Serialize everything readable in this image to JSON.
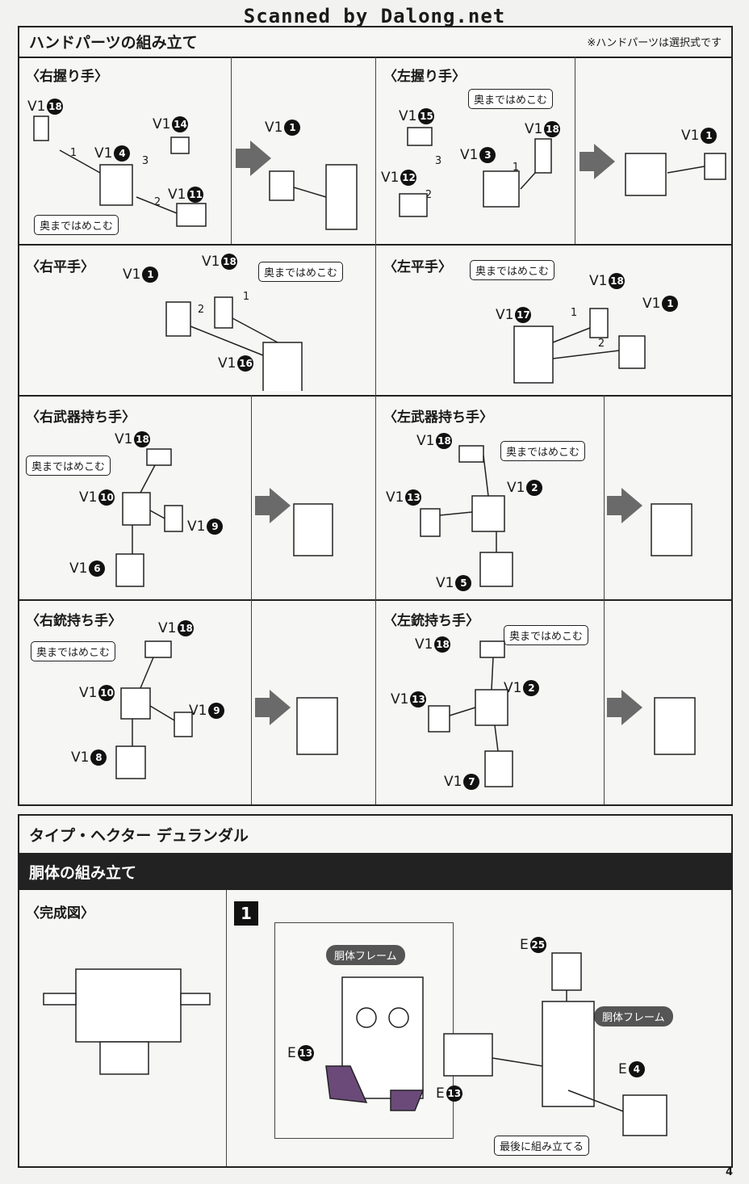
{
  "banner": "Scanned by Dalong.net",
  "hand": {
    "title": "ハンドパーツの組み立て",
    "note": "※ハンドパーツは選択式です",
    "callout": "奥まではめこむ",
    "panels": {
      "right_grip": {
        "title": "〈右握り手〉",
        "labels": [
          "V1",
          "V1",
          "V1",
          "V1",
          "V1"
        ],
        "nums": [
          "18",
          "14",
          "4",
          "11",
          "1"
        ],
        "steps": [
          "1",
          "3",
          "2"
        ]
      },
      "left_grip": {
        "title": "〈左握り手〉",
        "labels": [
          "V1",
          "V1",
          "V1",
          "V1",
          "V1"
        ],
        "nums": [
          "15",
          "18",
          "3",
          "12",
          "1"
        ],
        "steps": [
          "3",
          "1",
          "2"
        ]
      },
      "right_flat": {
        "title": "〈右平手〉",
        "labels": [
          "V1",
          "V1",
          "V1"
        ],
        "nums": [
          "1",
          "18",
          "16"
        ],
        "steps": [
          "1",
          "2"
        ]
      },
      "left_flat": {
        "title": "〈左平手〉",
        "labels": [
          "V1",
          "V1",
          "V1"
        ],
        "nums": [
          "18",
          "1",
          "17"
        ],
        "steps": [
          "1",
          "2"
        ]
      },
      "right_weapon": {
        "title": "〈右武器持ち手〉",
        "labels": [
          "V1",
          "V1",
          "V1",
          "V1"
        ],
        "nums": [
          "18",
          "10",
          "9",
          "6"
        ]
      },
      "left_weapon": {
        "title": "〈左武器持ち手〉",
        "labels": [
          "V1",
          "V1",
          "V1",
          "V1"
        ],
        "nums": [
          "18",
          "2",
          "13",
          "5"
        ]
      },
      "right_gun": {
        "title": "〈右銃持ち手〉",
        "labels": [
          "V1",
          "V1",
          "V1",
          "V1"
        ],
        "nums": [
          "18",
          "10",
          "9",
          "8"
        ]
      },
      "left_gun": {
        "title": "〈左銃持ち手〉",
        "labels": [
          "V1",
          "V1",
          "V1",
          "V1"
        ],
        "nums": [
          "18",
          "2",
          "13",
          "7"
        ]
      }
    }
  },
  "type_section": {
    "title": "タイプ・ヘクター デュランダル",
    "subtitle": "胴体の組み立て",
    "complete": "〈完成図〉",
    "step": "1",
    "frame_label": "胴体フレーム",
    "last_label": "最後に組み立てる",
    "parts": [
      {
        "letter": "E",
        "num": "13"
      },
      {
        "letter": "E",
        "num": "13"
      },
      {
        "letter": "E",
        "num": "25"
      },
      {
        "letter": "E",
        "num": "4"
      }
    ]
  },
  "page_number": "4"
}
